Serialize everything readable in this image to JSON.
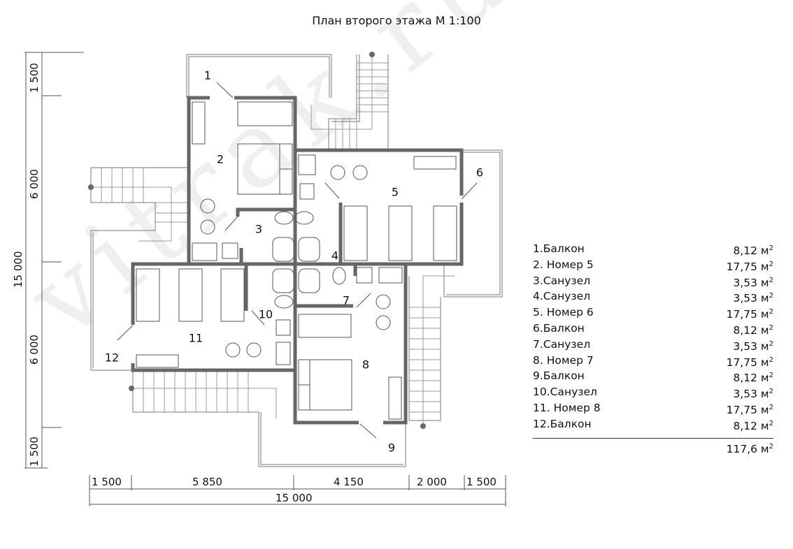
{
  "title": "План второго этажа М 1:100",
  "watermark": "vitrak.ru",
  "dimensions": {
    "horizontal": [
      "1 500",
      "5 850",
      "4 150",
      "2 000",
      "1 500"
    ],
    "horizontal_total": "15 000",
    "vertical": [
      "1 500",
      "6 000",
      "6 000",
      "1 500"
    ],
    "vertical_total": "15 000"
  },
  "room_numbers": [
    "1",
    "2",
    "3",
    "4",
    "5",
    "6",
    "7",
    "8",
    "9",
    "10",
    "11",
    "12"
  ],
  "legend": {
    "unit": "м",
    "unit_power": "2",
    "items": [
      {
        "name": "1.Балкон",
        "area": "8,12"
      },
      {
        "name": "2. Номер 5",
        "area": "17,75"
      },
      {
        "name": "3.Санузел",
        "area": "3,53"
      },
      {
        "name": "4.Санузел",
        "area": "3,53"
      },
      {
        "name": "5. Номер 6",
        "area": "17,75"
      },
      {
        "name": "6.Балкон",
        "area": "8,12"
      },
      {
        "name": "7.Санузел",
        "area": "3,53"
      },
      {
        "name": "8. Номер 7",
        "area": "17,75"
      },
      {
        "name": "9.Балкон",
        "area": "8,12"
      },
      {
        "name": "10.Санузел",
        "area": "3,53"
      },
      {
        "name": "11. Номер 8",
        "area": "17,75"
      },
      {
        "name": "12.Балкон",
        "area": "8,12"
      }
    ],
    "total": "117,6"
  }
}
